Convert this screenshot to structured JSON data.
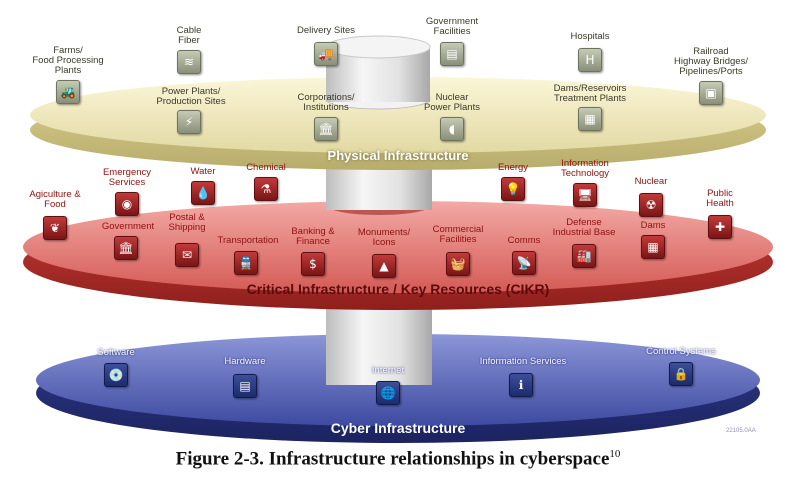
{
  "rings": {
    "physical": {
      "title": "Physical Infrastructure"
    },
    "cikr": {
      "title": "Critical Infrastructure / Key Resources (CIKR)"
    },
    "cyber": {
      "title": "Cyber Infrastructure"
    }
  },
  "physical_items": [
    {
      "label": "Farms/\nFood Processing\nPlants",
      "icon": "tractor-icon",
      "glyph": "🚜"
    },
    {
      "label": "Cable\nFiber",
      "icon": "cable-fiber-icon",
      "glyph": "≋"
    },
    {
      "label": "Delivery Sites",
      "icon": "truck-icon",
      "glyph": "🚚"
    },
    {
      "label": "Government\nFacilities",
      "icon": "government-building-icon",
      "glyph": "▤"
    },
    {
      "label": "Hospitals",
      "icon": "hospital-icon",
      "glyph": "H"
    },
    {
      "label": "Railroad\nHighway Bridges/\nPipelines/Ports",
      "icon": "railroad-icon",
      "glyph": "▣"
    },
    {
      "label": "Power Plants/\nProduction Sites",
      "icon": "lightning-icon",
      "glyph": "⚡"
    },
    {
      "label": "Corporations/\nInstitutions",
      "icon": "bank-building-icon",
      "glyph": "🏛"
    },
    {
      "label": "Nuclear\nPower Plants",
      "icon": "cooling-tower-icon",
      "glyph": "◖"
    },
    {
      "label": "Dams/Reservoirs\nTreatment Plants",
      "icon": "dam-icon",
      "glyph": "▦"
    }
  ],
  "cikr_items": [
    {
      "label": "Emergency\nServices",
      "icon": "siren-icon",
      "glyph": "◉"
    },
    {
      "label": "Water",
      "icon": "water-drop-icon",
      "glyph": "💧"
    },
    {
      "label": "Chemical",
      "icon": "flask-icon",
      "glyph": "⚗"
    },
    {
      "label": "Energy",
      "icon": "bulb-icon",
      "glyph": "💡"
    },
    {
      "label": "Information\nTechnology",
      "icon": "computer-icon",
      "glyph": "🖥"
    },
    {
      "label": "Agiculture &\nFood",
      "icon": "plant-icon",
      "glyph": "❦"
    },
    {
      "label": "Nuclear",
      "icon": "radiation-icon",
      "glyph": "☢"
    },
    {
      "label": "Public\nHealth",
      "icon": "medical-icon",
      "glyph": "✚"
    },
    {
      "label": "Government",
      "icon": "capitol-icon",
      "glyph": "🏛"
    },
    {
      "label": "Postal &\nShipping",
      "icon": "mailbox-icon",
      "glyph": "✉"
    },
    {
      "label": "Transportation",
      "icon": "train-icon",
      "glyph": "🚆"
    },
    {
      "label": "Banking &\nFinance",
      "icon": "piggy-bank-icon",
      "glyph": "$"
    },
    {
      "label": "Monuments/\nIcons",
      "icon": "monument-icon",
      "glyph": "▲"
    },
    {
      "label": "Commercial\nFacilities",
      "icon": "basket-icon",
      "glyph": "🧺"
    },
    {
      "label": "Comms",
      "icon": "satellite-dish-icon",
      "glyph": "📡"
    },
    {
      "label": "Defense\nIndustrial Base",
      "icon": "factory-icon",
      "glyph": "🏭"
    },
    {
      "label": "Dams",
      "icon": "dam-icon",
      "glyph": "▦"
    }
  ],
  "cyber_items": [
    {
      "label": "Software",
      "icon": "disc-icon",
      "glyph": "💿"
    },
    {
      "label": "Hardware",
      "icon": "server-icon",
      "glyph": "▤"
    },
    {
      "label": "Internet",
      "icon": "globe-icon",
      "glyph": "🌐"
    },
    {
      "label": "Information Services",
      "icon": "info-icon",
      "glyph": "ℹ"
    },
    {
      "label": "Control Systems",
      "icon": "lock-icon",
      "glyph": "🔒"
    }
  ],
  "caption": {
    "text": "Figure 2-3.  Infrastructure relationships in cyberspace",
    "footnote": "10"
  },
  "image_code": "22105.0AA",
  "colors": {
    "physical_ring": "#e7dfb0",
    "cikr_ring": "#d9534f",
    "cyber_ring": "#3e4aa0",
    "pillar": "#d8d8d8"
  }
}
